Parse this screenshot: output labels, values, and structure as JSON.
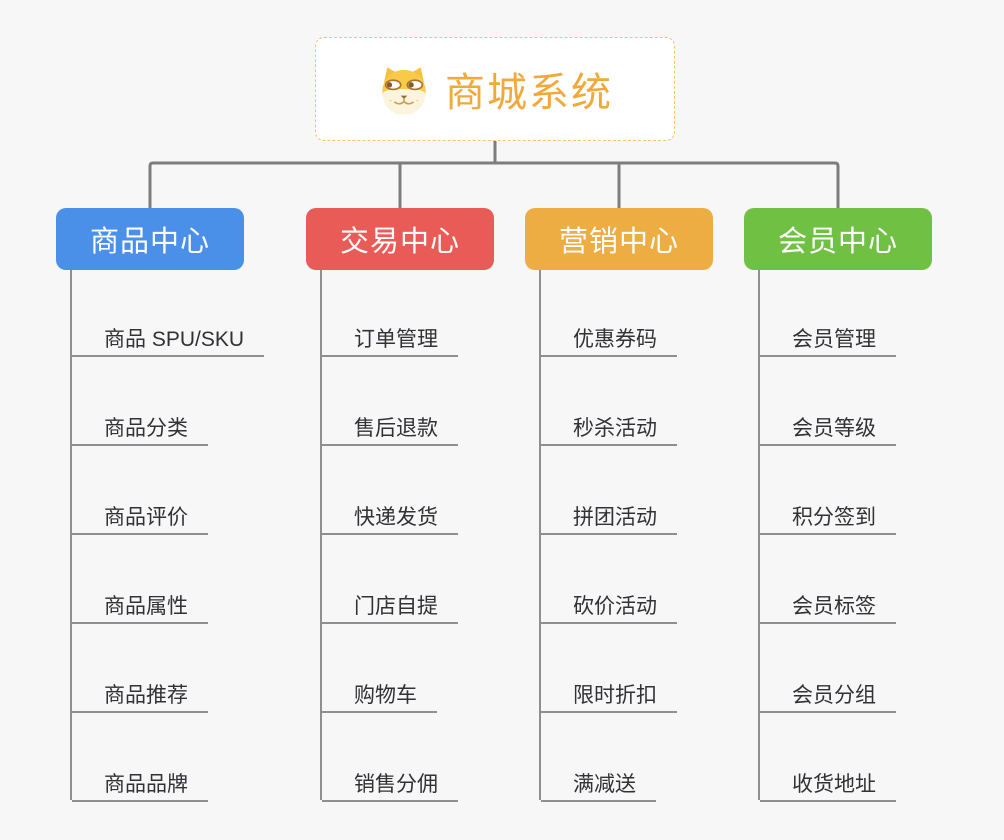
{
  "root": {
    "title": "商城系统",
    "icon": "dog-face-icon",
    "text_color": "#f2a93b",
    "border_color": "#f3c272"
  },
  "connector_color": "#7d7d7d",
  "line_color": "#8f8f8f",
  "branches": [
    {
      "label": "商品中心",
      "color": "#4a8fe8",
      "items": [
        "商品 SPU/SKU",
        "商品分类",
        "商品评价",
        "商品属性",
        "商品推荐",
        "商品品牌"
      ]
    },
    {
      "label": "交易中心",
      "color": "#e85b56",
      "items": [
        "订单管理",
        "售后退款",
        "快递发货",
        "门店自提",
        "购物车",
        "销售分佣"
      ]
    },
    {
      "label": "营销中心",
      "color": "#eead43",
      "items": [
        "优惠券码",
        "秒杀活动",
        "拼团活动",
        "砍价活动",
        "限时折扣",
        "满减送"
      ]
    },
    {
      "label": "会员中心",
      "color": "#70c043",
      "items": [
        "会员管理",
        "会员等级",
        "积分签到",
        "会员标签",
        "会员分组",
        "收货地址"
      ]
    }
  ]
}
